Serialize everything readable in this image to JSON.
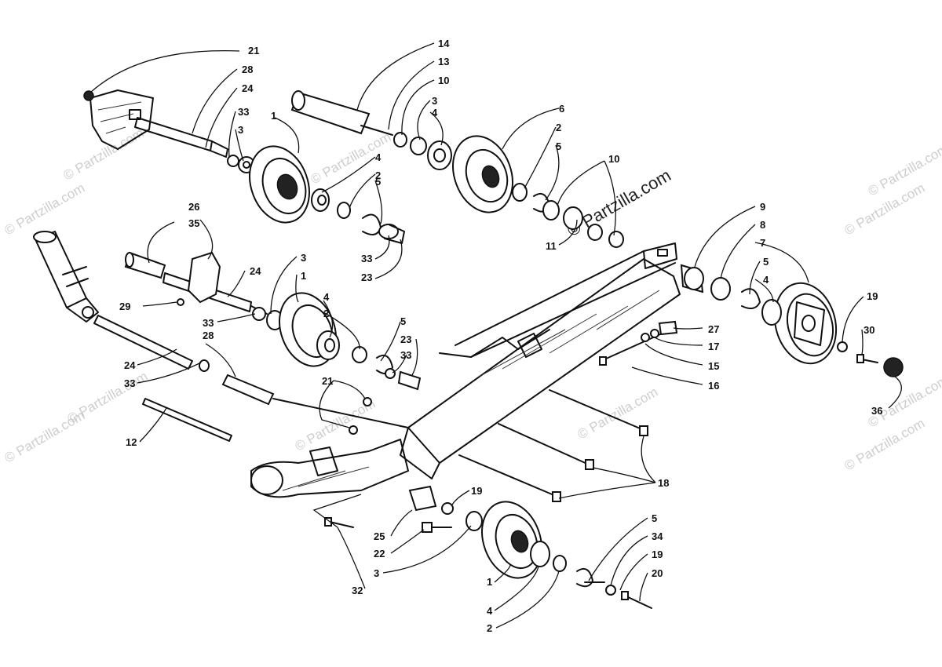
{
  "watermark_text": "© Partzilla.com",
  "callouts": {
    "c21a": "21",
    "c28a": "28",
    "c24a": "24",
    "c33a": "33",
    "c3a": "3",
    "c1a": "1",
    "c14": "14",
    "c13": "13",
    "c10a": "10",
    "c3b": "3",
    "c4a": "4",
    "c6": "6",
    "c2a": "2",
    "c5a": "5",
    "c10b": "10",
    "c5b": "5",
    "c2b": "2",
    "c9": "9",
    "c8": "8",
    "c7": "7",
    "c5c": "5",
    "c4b": "4",
    "c11": "11",
    "c26": "26",
    "c35": "35",
    "c24b": "24",
    "c3c": "3",
    "c1b": "1",
    "c29": "29",
    "c33b": "33",
    "c4c": "4",
    "c4d": "4",
    "c2c": "2",
    "c5d": "5",
    "c23a": "23",
    "c33c": "33",
    "c23b": "23",
    "c33d": "33",
    "c24c": "24",
    "c28b": "28",
    "c33e": "33",
    "c21b": "21",
    "c12": "12",
    "c27": "27",
    "c17": "17",
    "c15": "15",
    "c16": "16",
    "c19a": "19",
    "c30": "30",
    "c36": "36",
    "c18": "18",
    "c19b": "19",
    "c25": "25",
    "c22": "22",
    "c3d": "3",
    "c32": "32",
    "c1c": "1",
    "c4e": "4",
    "c2d": "2",
    "c5e": "5",
    "c34": "34",
    "c19c": "19",
    "c20": "20"
  }
}
